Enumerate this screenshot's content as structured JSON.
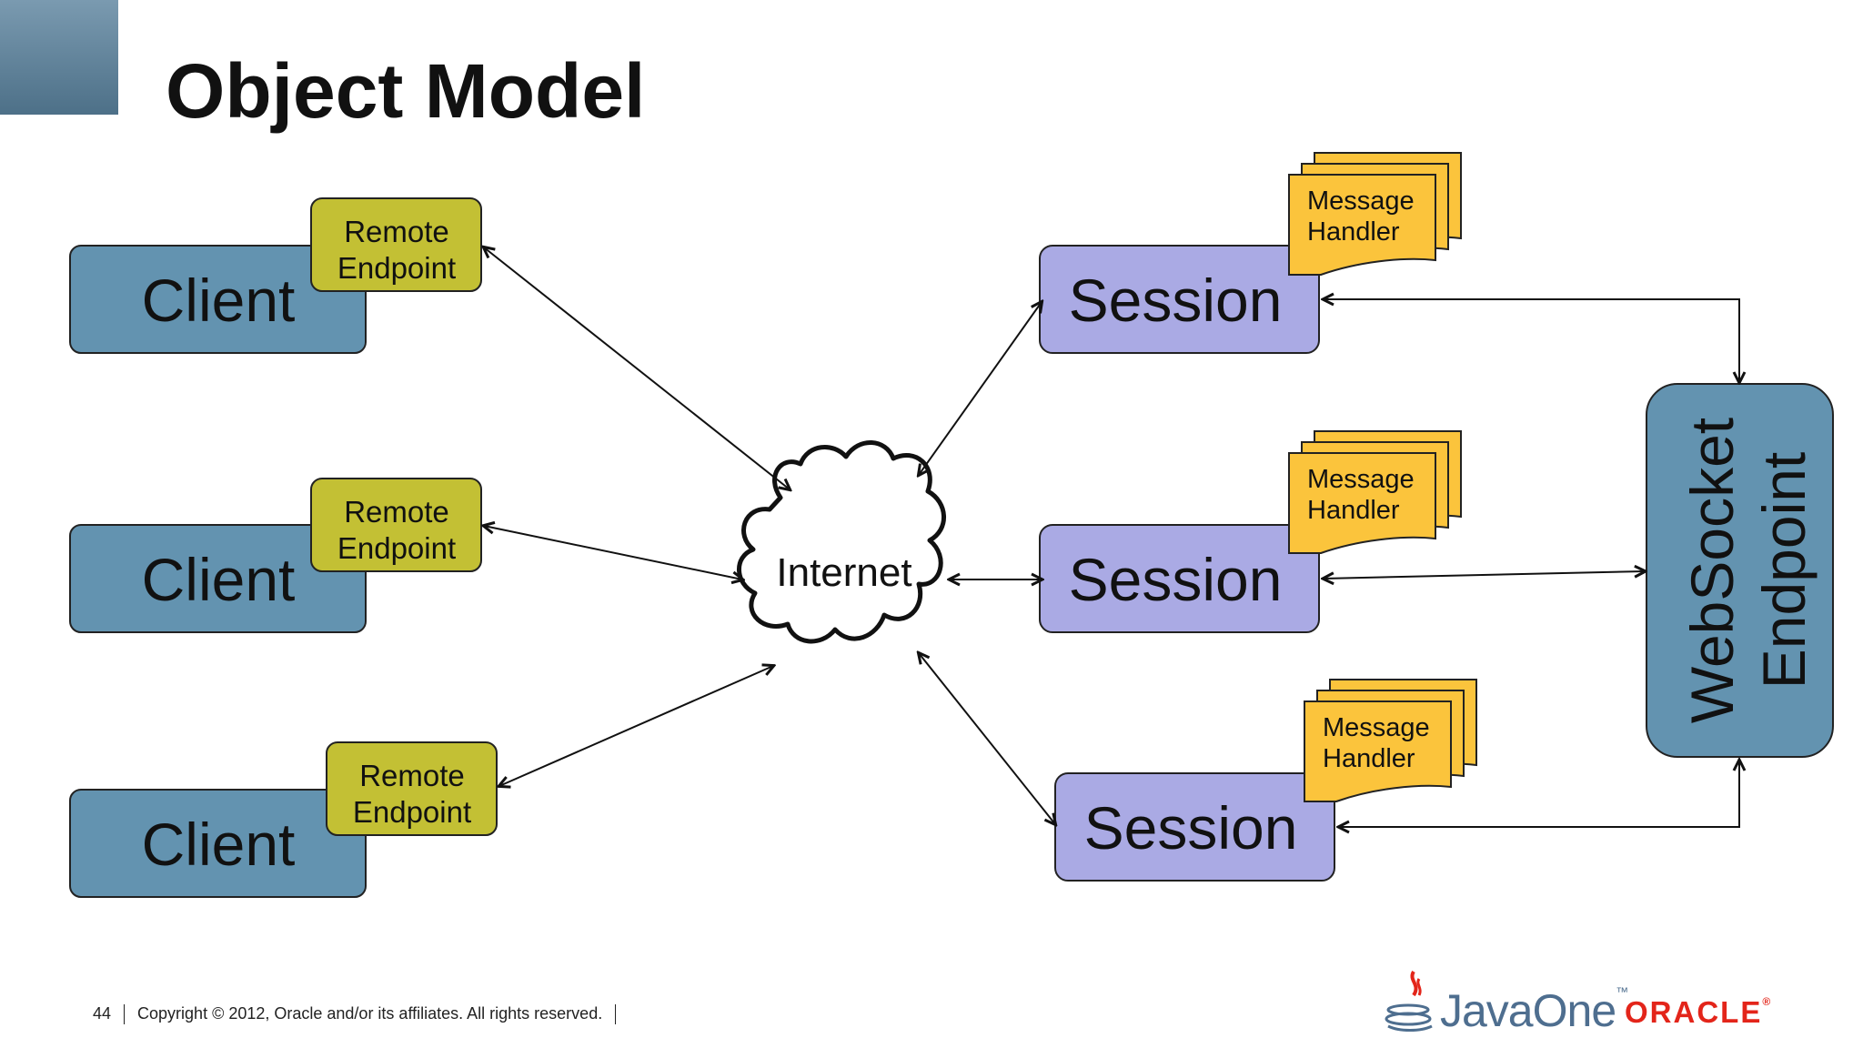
{
  "slide": {
    "title": "Object Model"
  },
  "clients": [
    {
      "label": "Client",
      "endpoint_line1": "Remote",
      "endpoint_line2": "Endpoint"
    },
    {
      "label": "Client",
      "endpoint_line1": "Remote",
      "endpoint_line2": "Endpoint"
    },
    {
      "label": "Client",
      "endpoint_line1": "Remote",
      "endpoint_line2": "Endpoint"
    }
  ],
  "internet": {
    "label": "Internet"
  },
  "sessions": [
    {
      "label": "Session",
      "handler_line1": "Message",
      "handler_line2": "Handler"
    },
    {
      "label": "Session",
      "handler_line1": "Message",
      "handler_line2": "Handler"
    },
    {
      "label": "Session",
      "handler_line1": "Message",
      "handler_line2": "Handler"
    }
  ],
  "websocket_endpoint": {
    "line1": "WebSocket",
    "line2": "Endpoint"
  },
  "footer": {
    "page_number": "44",
    "copyright": "Copyright © 2012, Oracle and/or its affiliates. All rights reserved."
  },
  "logos": {
    "javaone": "JavaOne",
    "javaone_tm": "™",
    "oracle": "ORACLE",
    "oracle_reg": "®"
  },
  "colors": {
    "client_fill": "#6393b0",
    "endpoint_fill": "#c3c034",
    "session_fill": "#aaaae4",
    "handler_fill": "#fbc43c",
    "websocket_fill": "#6393b0",
    "oracle_red": "#e3251a",
    "javaone_blue": "#4e6e8f"
  }
}
